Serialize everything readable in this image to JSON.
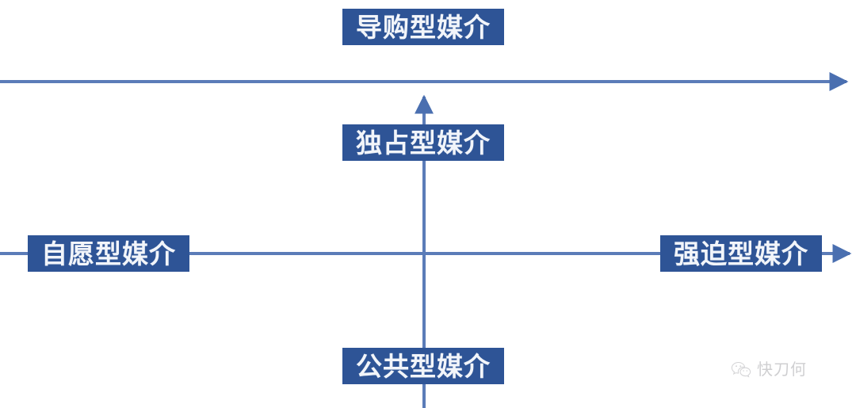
{
  "diagram": {
    "title_box": {
      "text": "导购型媒介"
    },
    "quadrant_labels": {
      "upper": "独占型媒介",
      "left": "自愿型媒介",
      "right": "强迫型媒介",
      "bottom": "公共型媒介"
    },
    "axes": {
      "horizontal_top": {
        "direction": "right",
        "has_arrow": true
      },
      "horizontal_main": {
        "direction": "right",
        "has_arrow": true
      },
      "vertical_main": {
        "direction": "up",
        "has_arrow": true
      }
    },
    "colors": {
      "box_fill": "#2e5496",
      "box_text": "#f2f5fa",
      "axis_line": "#5b7cb8",
      "background": "#ffffff",
      "watermark_text": "#8e8e93"
    }
  },
  "watermark": {
    "icon": "wechat-icon",
    "text": "快刀何"
  }
}
